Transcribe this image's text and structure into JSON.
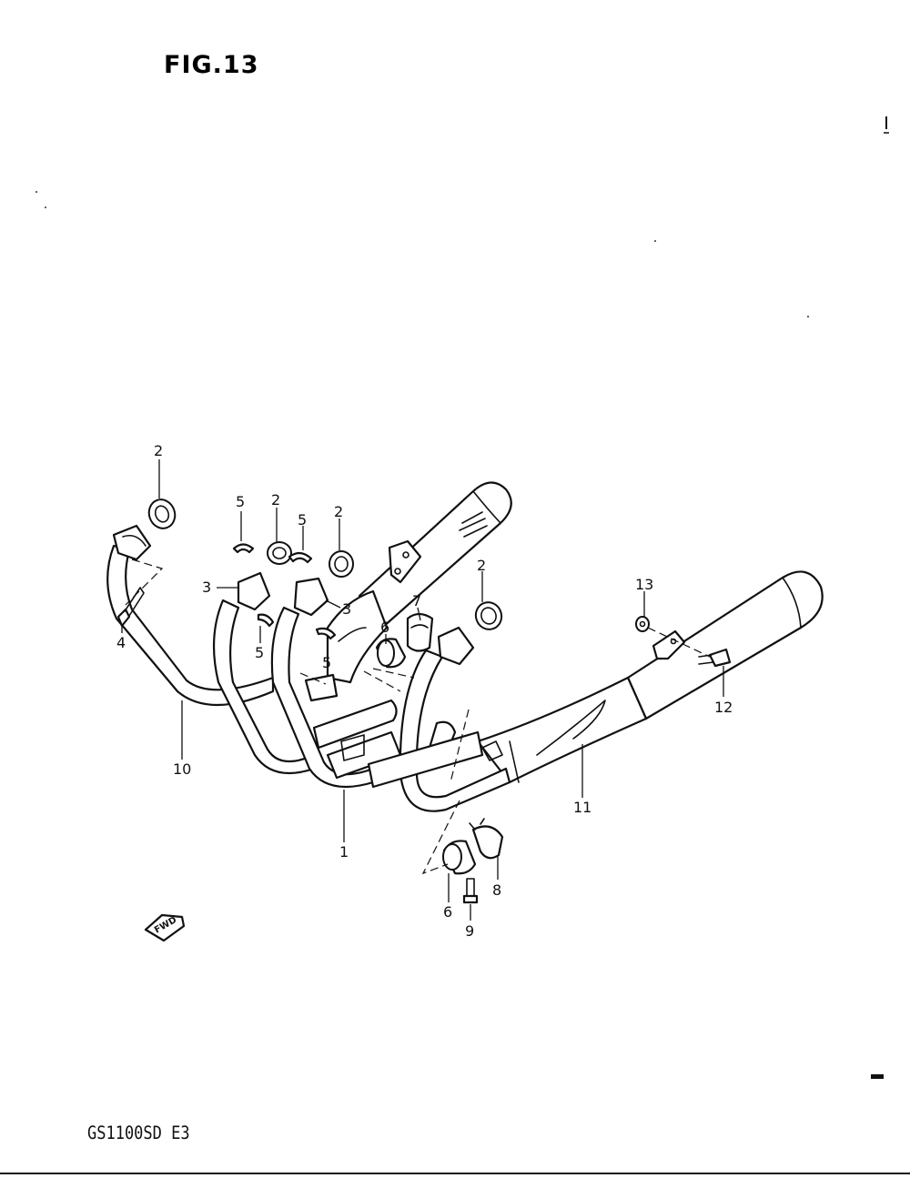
{
  "figure": {
    "title": "FIG.13",
    "model": "GS1100SD E3"
  },
  "direction_label": "FWD",
  "callouts": [
    {
      "id": "c-2a",
      "label": "2"
    },
    {
      "id": "c-5a",
      "label": "5"
    },
    {
      "id": "c-2b",
      "label": "2"
    },
    {
      "id": "c-5b",
      "label": "5"
    },
    {
      "id": "c-2c",
      "label": "2"
    },
    {
      "id": "c-2d",
      "label": "2"
    },
    {
      "id": "c-13",
      "label": "13"
    },
    {
      "id": "c-3a",
      "label": "3"
    },
    {
      "id": "c-3b",
      "label": "3"
    },
    {
      "id": "c-7",
      "label": "7"
    },
    {
      "id": "c-6a",
      "label": "6"
    },
    {
      "id": "c-4",
      "label": "4"
    },
    {
      "id": "c-5c",
      "label": "5"
    },
    {
      "id": "c-5d",
      "label": "5"
    },
    {
      "id": "c-12",
      "label": "12"
    },
    {
      "id": "c-10",
      "label": "10"
    },
    {
      "id": "c-11",
      "label": "11"
    },
    {
      "id": "c-1",
      "label": "1"
    },
    {
      "id": "c-8",
      "label": "8"
    },
    {
      "id": "c-6b",
      "label": "6"
    },
    {
      "id": "c-9",
      "label": "9"
    }
  ]
}
